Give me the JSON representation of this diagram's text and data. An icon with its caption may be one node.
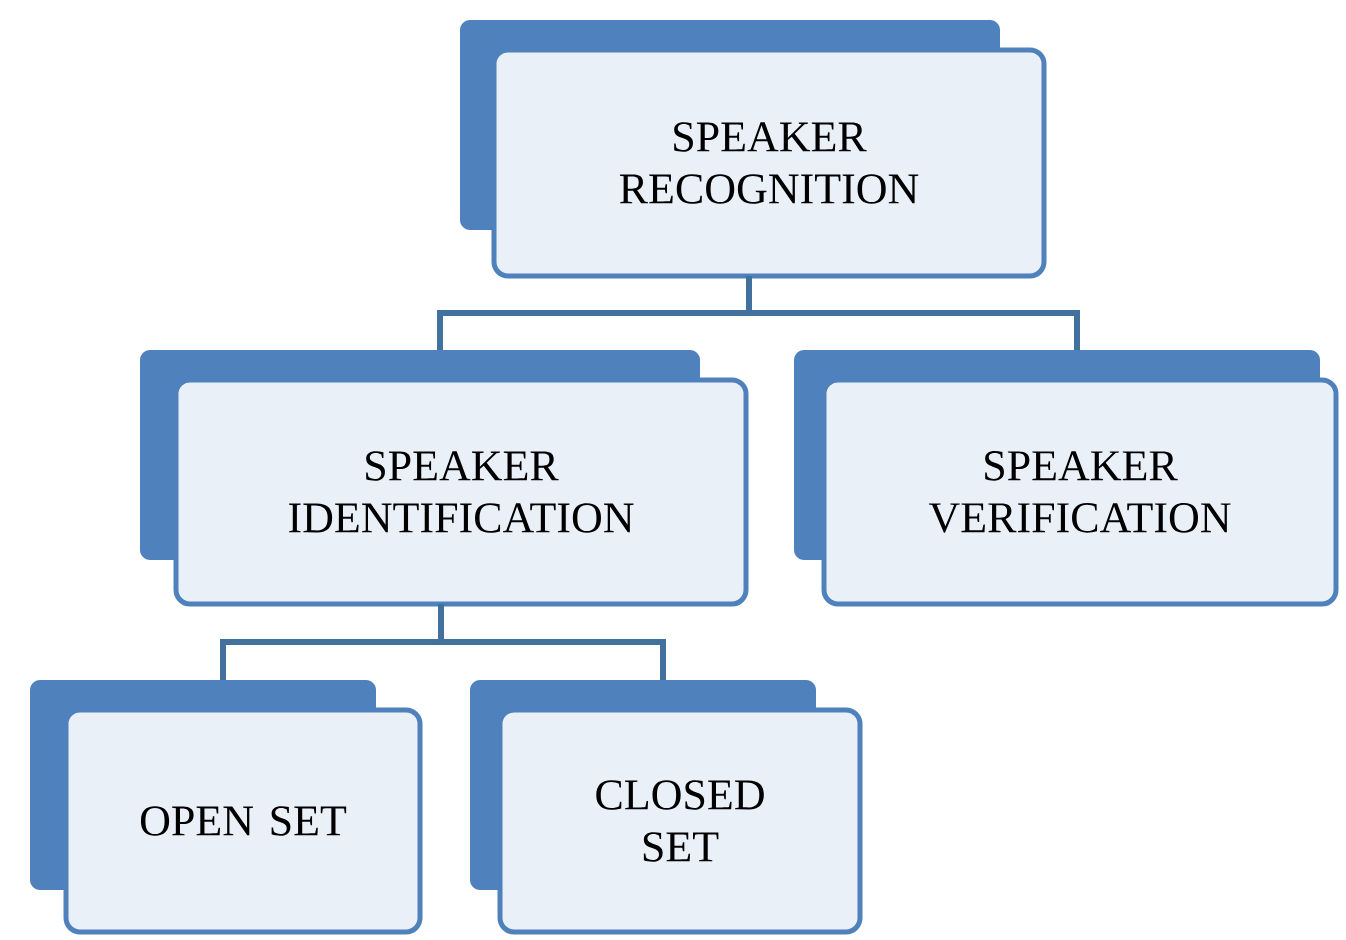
{
  "diagram": {
    "nodes": [
      {
        "text": [
          "SPEAKER RECOGNITION"
        ]
      },
      {
        "text": [
          "SPEAKER IDENTIFICATION"
        ]
      },
      {
        "text": [
          "SPEAKER VERIFICATION"
        ]
      },
      {
        "text": [
          "OPEN SET"
        ]
      },
      {
        "text": [
          "CLOSED SET"
        ]
      }
    ],
    "edges": [
      {
        "from": 0,
        "to": 1,
        "arrow": "none"
      },
      {
        "from": 0,
        "to": 2,
        "arrow": "none"
      },
      {
        "from": 1,
        "to": 3,
        "arrow": "none"
      },
      {
        "from": 1,
        "to": 4,
        "arrow": "none"
      }
    ]
  }
}
